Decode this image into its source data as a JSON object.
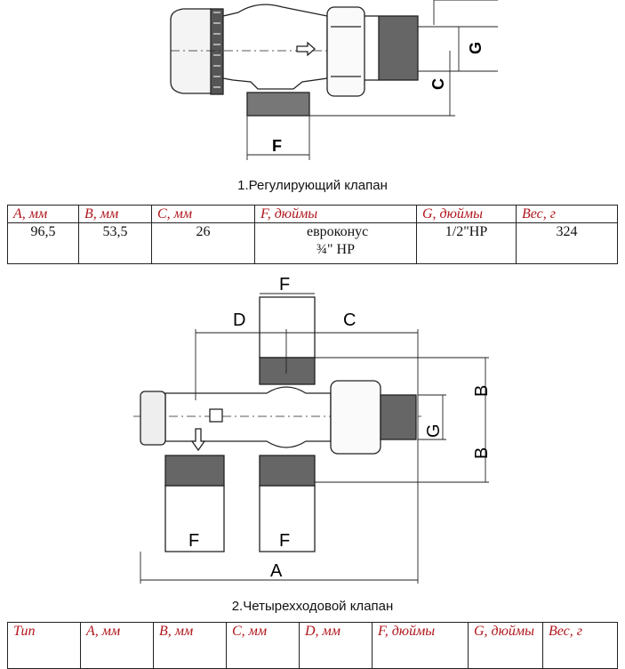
{
  "valve1": {
    "dimension_labels": {
      "f": "F",
      "g": "G",
      "c": "C"
    },
    "caption": "1.Регулирующий клапан",
    "table": {
      "headers": [
        "А, мм",
        "В, мм",
        "С, мм",
        "F, дюймы",
        "G, дюймы",
        "Вес, г"
      ],
      "row": [
        "96,5",
        "53,5",
        "26",
        "евроконус ¾\" НР",
        "1/2\"НР",
        "324"
      ]
    }
  },
  "valve2": {
    "dimension_labels": {
      "f_top": "F",
      "d": "D",
      "c": "C",
      "b_top": "B",
      "g": "G",
      "b_bottom": "B",
      "f_left": "F",
      "f_right": "F",
      "a": "A"
    },
    "caption": "2.Четырехходовой клапан",
    "table": {
      "headers": [
        "Тип",
        "А, мм",
        "В, мм",
        "С, мм",
        "D, мм",
        "F, дюймы",
        "G, дюймы",
        "Вес, г"
      ]
    }
  }
}
